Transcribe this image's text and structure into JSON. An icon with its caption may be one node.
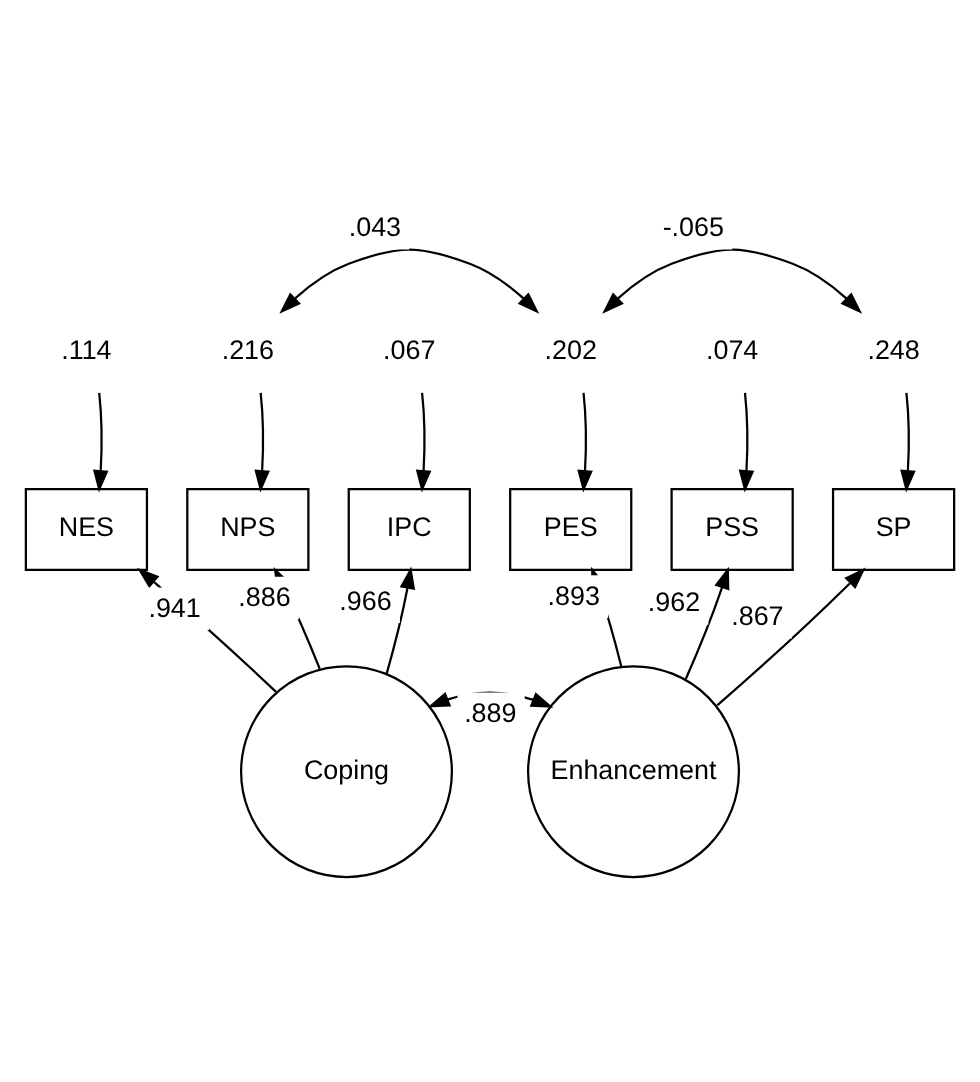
{
  "diagram": {
    "nodes": [
      {
        "text": [
          ".114"
        ]
      },
      {
        "text": [
          ".216"
        ]
      },
      {
        "text": [
          ".067"
        ]
      },
      {
        "text": [
          ".202"
        ]
      },
      {
        "text": [
          ".074"
        ]
      },
      {
        "text": [
          ".248"
        ]
      },
      {
        "text": [
          "NES"
        ]
      },
      {
        "text": [
          "NPS"
        ]
      },
      {
        "text": [
          "IPC"
        ]
      },
      {
        "text": [
          "PES"
        ]
      },
      {
        "text": [
          "PSS"
        ]
      },
      {
        "text": [
          "SP"
        ]
      },
      {
        "text": [
          "Coping"
        ]
      },
      {
        "text": [
          "Enhancement"
        ]
      }
    ],
    "edges": [
      {
        "from": 1,
        "to": 3,
        "arrow": "both",
        "label": ".043"
      },
      {
        "from": 3,
        "to": 5,
        "arrow": "both",
        "label": "-.065"
      },
      {
        "from": 0,
        "to": 6,
        "arrow": "to"
      },
      {
        "from": 1,
        "to": 7,
        "arrow": "to"
      },
      {
        "from": 2,
        "to": 8,
        "arrow": "to"
      },
      {
        "from": 3,
        "to": 9,
        "arrow": "to"
      },
      {
        "from": 4,
        "to": 10,
        "arrow": "to"
      },
      {
        "from": 5,
        "to": 11,
        "arrow": "to"
      },
      {
        "from": 12,
        "to": 6,
        "arrow": "to",
        "label": ".941"
      },
      {
        "from": 12,
        "to": 7,
        "arrow": "to",
        "label": ".886"
      },
      {
        "from": 12,
        "to": 8,
        "arrow": "to",
        "label": ".966"
      },
      {
        "from": 13,
        "to": 9,
        "arrow": "to",
        "label": ".893"
      },
      {
        "from": 13,
        "to": 10,
        "arrow": "to",
        "label": ".962"
      },
      {
        "from": 13,
        "to": 11,
        "arrow": "to",
        "label": ".867"
      },
      {
        "from": 12,
        "to": 13,
        "arrow": "both",
        "label": ".889"
      }
    ]
  }
}
